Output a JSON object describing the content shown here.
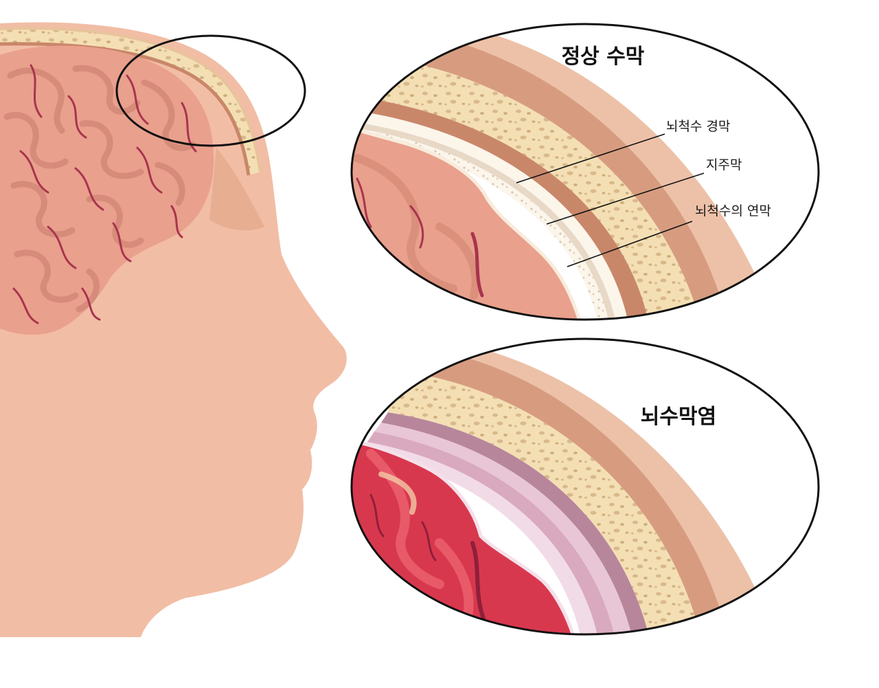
{
  "titles": {
    "normal": "정상 수막",
    "disease": "뇌수막염"
  },
  "labels": {
    "dura": "뇌척수 경막",
    "arachnoid": "지주막",
    "pia": "뇌척수의 연막"
  },
  "colors": {
    "skin": "#f2bda5",
    "skin_dark": "#e2a184",
    "brain": "#e9a08d",
    "brain_line": "#a8344d",
    "bone": "#f4dfb4",
    "bone_pore": "#d9b98a",
    "dura": "#c9876a",
    "infected": "#d8384e",
    "infected_membrane": "#e8c6d6"
  }
}
